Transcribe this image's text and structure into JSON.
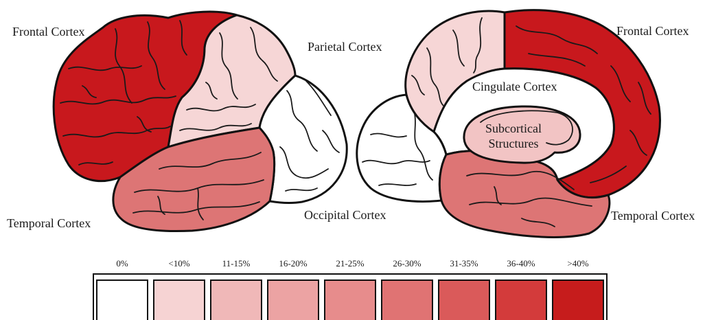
{
  "lateral_view": {
    "frontal": {
      "label": "Frontal Cortex",
      "color": "#c8181d"
    },
    "parietal": {
      "label": "Parietal Cortex",
      "color": "#f6d6d6"
    },
    "temporal": {
      "label": "Temporal Cortex",
      "color": "#dd7575"
    },
    "occipital": {
      "label": "Occipital Cortex",
      "color": "#ffffff"
    }
  },
  "medial_view": {
    "frontal": {
      "label": "Frontal Cortex",
      "color": "#c8181d"
    },
    "parietal": {
      "color": "#f6d6d6"
    },
    "cingulate": {
      "label": "Cingulate Cortex",
      "color": "#ffffff"
    },
    "subcortical": {
      "label_lines": [
        "Subcortical",
        "Structures"
      ],
      "color": "#f2c4c4"
    },
    "occipital": {
      "color": "#ffffff"
    },
    "temporal": {
      "label": "Temporal Cortex",
      "color": "#dd7575"
    }
  },
  "legend": {
    "items": [
      {
        "label": "0%",
        "color": "#ffffff"
      },
      {
        "label": "<10%",
        "color": "#f6d3d3"
      },
      {
        "label": "11-15%",
        "color": "#f0b8b8"
      },
      {
        "label": "16-20%",
        "color": "#eca3a3"
      },
      {
        "label": "21-25%",
        "color": "#e78c8c"
      },
      {
        "label": "26-30%",
        "color": "#e07373"
      },
      {
        "label": "31-35%",
        "color": "#da5a5a"
      },
      {
        "label": "36-40%",
        "color": "#d33b3b"
      },
      {
        "label": ">40%",
        "color": "#c61c1c"
      }
    ]
  }
}
